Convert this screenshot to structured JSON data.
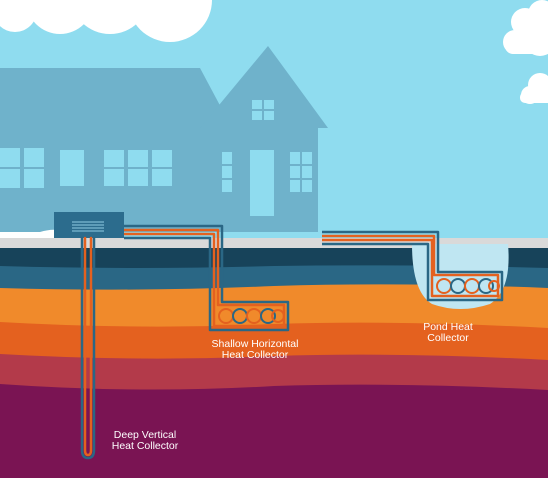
{
  "labels": {
    "deep_vertical": "Deep Vertical\nHeat Collector",
    "shallow_horizontal": "Shallow Horizontal\nHeat Collector",
    "pond": "Pond Heat\nCollector"
  },
  "colors": {
    "sky": "#8fdcef",
    "house": "#6fb2cb",
    "cloud": "#ffffff",
    "ground_surface": "#d9d9d9",
    "water_layer_dark": "#17435a",
    "water_layer_mid": "#2a6785",
    "soil_orange": "#f08a2b",
    "soil_red_orange": "#e4611f",
    "soil_crimson": "#b33a4a",
    "bedrock_purple": "#7a1453",
    "pipe_hot": "#e4611f",
    "pipe_cold": "#2a6785",
    "heat_pump": "#2c6c8d",
    "pond_water": "#bfe6f2"
  }
}
